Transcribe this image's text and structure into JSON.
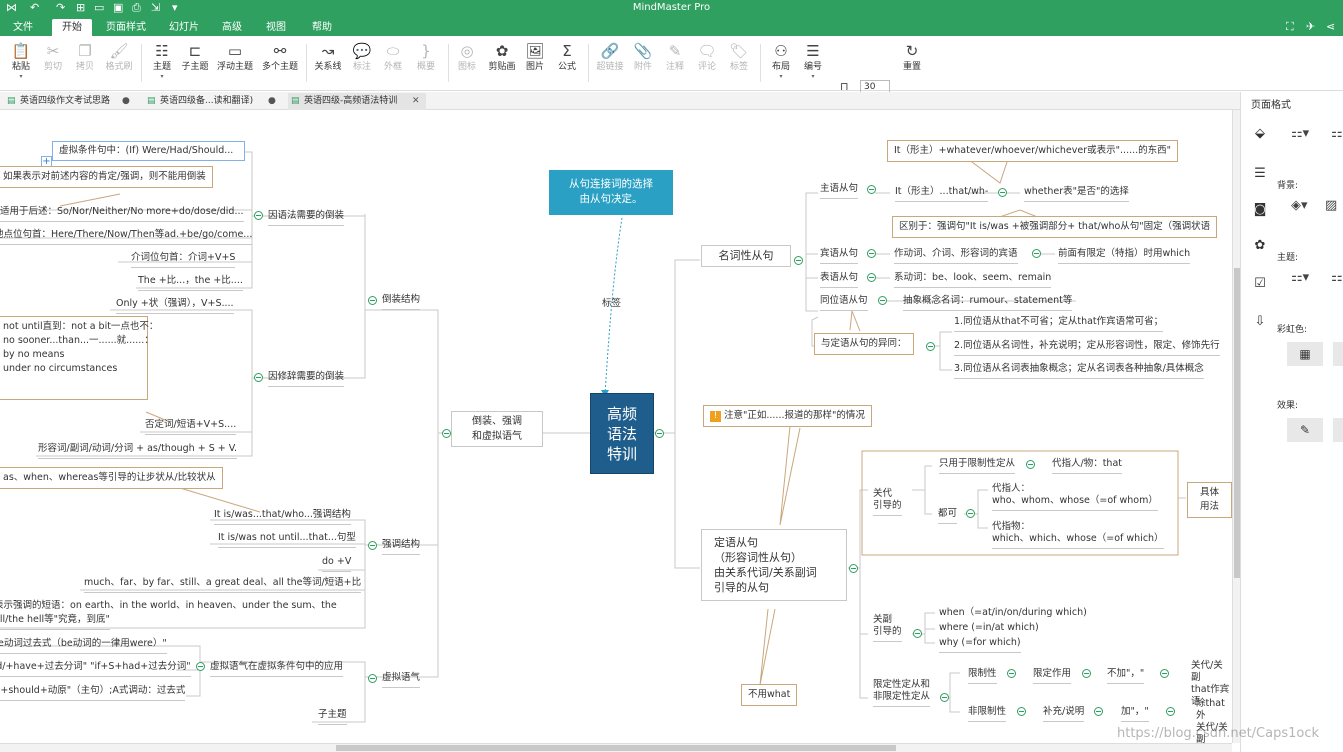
{
  "window": {
    "title": "MindMaster Pro",
    "quick_access": [
      "logo-icon",
      "undo-icon",
      "redo-icon",
      "new-icon",
      "open-icon",
      "save-icon",
      "print-icon",
      "export-icon",
      "more-icon"
    ]
  },
  "menu": {
    "tabs": [
      "文件",
      "开始",
      "页面样式",
      "幻灯片",
      "高级",
      "视图",
      "帮助"
    ],
    "active": "开始"
  },
  "ribbon": {
    "paste": "粘贴",
    "cut": "剪切",
    "copy": "拷贝",
    "format_painter": "格式刷",
    "topic": "主题",
    "subtopic": "子主题",
    "floating_topic": "浮动主题",
    "multi_topic": "多个主题",
    "relationship": "关系线",
    "callout": "标注",
    "boundary": "外框",
    "summary": "概要",
    "icon": "图标",
    "clipart": "剪贴画",
    "image": "图片",
    "formula": "公式",
    "hyperlink": "超链接",
    "attachment": "附件",
    "note": "注释",
    "comment": "评论",
    "tag": "标签",
    "layout": "布局",
    "numbering": "编号",
    "h_spacing": "30",
    "v_spacing": "30",
    "reset": "重置"
  },
  "doc_tabs": [
    {
      "label": "英语四级作文考试思路"
    },
    {
      "label": "英语四级备...读和翻译)"
    },
    {
      "label": "英语四级-高频语法特训"
    }
  ],
  "right_panel": {
    "title": "页面格式",
    "background": "背景:",
    "theme": "主题:",
    "rainbow": "彩虹色:",
    "effect": "效果:"
  },
  "mindmap": {
    "central": "高频\n语法\n特训",
    "callout_note": "从句连接词的选择\n由从句决定。",
    "tag_label": "标签",
    "left": {
      "main1": "倒装、强调\n和虚拟语气",
      "inversion": "倒装结构",
      "grammar_inversion": "因语法需要的倒装",
      "g_items": [
        "虚拟条件句中：(If) Were/Had/Should...",
        "适用于后述：So/Nor/Neither/No more+do/dose/did...",
        "地点位句首：Here/There/Now/Then等ad.+be/go/come...",
        "介词位句首：介词+V+S",
        "The +比...，the +比...."
      ],
      "g_callout": "如果表示对前述内容的肯定/强调，则不能用倒装",
      "rhetoric_inversion": "因修辞需要的倒装",
      "r_items": [
        "Only +状（强调），V+S....",
        "否定词/短语+V+S....",
        "形容词/副词/动词/分词 + as/though + S + V."
      ],
      "r_callout": [
        "not until直到：not a bit一点也不：",
        "no sooner...than...一......就......：",
        "by no means",
        "under no circumstances"
      ],
      "emphasis": "强调结构",
      "e_callout": "as、when、whereas等引导的让步状从/比较状从",
      "e_items": [
        "It is/was...that/who...强调结构",
        "It is/was not until...that...句型",
        "do +V",
        "much、far、by far、still、a great deal、all the等词/短语+比",
        "表示强调的短语：on earth、in the world、in heaven、under the sum、the",
        "hell/the hell等\"究竟，到底\""
      ],
      "subjunctive": "虚拟语气",
      "s_sub": "虚拟语气在虚拟条件句中的应用",
      "s_items": [
        "be动词过去式（be动词的一律用were）\"",
        "S+would/+have+过去分词\"  \"if+S+had+过去分词\"",
        "\"S+should+动原\"（主句）;A式调动：过去式"
      ],
      "s_child": "子主题"
    },
    "right": {
      "noun_clause": "名词性从句",
      "subject_clause": "主语从句",
      "subj_items": [
        "It（形主）...that/wh-",
        "whether表\"是否\"的选择"
      ],
      "subj_callout1": "It（形主）+whatever/whoever/whichever或表示\"......的东西\"",
      "subj_callout2": "区别于：强调句\"It is/was +被强调部分+ that/who从句\"固定（强调状语",
      "object_clause": "宾语从句",
      "obj_items": [
        "作动词、介词、形容词的宾语",
        "前面有限定（特指）时用which"
      ],
      "predicative_clause": "表语从句",
      "pred_item": "系动词：be、look、seem、remain",
      "appositive_clause": "同位语从句",
      "appos_item": "抽象概念名词：rumour、statement等",
      "diff": "与定语从句的异同：",
      "diff_items": [
        "1.同位语从that不可省；定从that作宾语常可省；",
        "2.同位语从名词性，补充说明；定从形容词性，限定、修饰先行",
        "3.同位语从名词表抽象概念；定从名词表各种抽象/具体概念"
      ],
      "attr_note": "注意\"正如......报道的那样\"的情况",
      "attr_clause": "定语从句\n（形容词性从句）\n由关系代词/关系副词\n引导的从句",
      "rel_pron": "关代\n引导的",
      "rp_only": "只用于限制性定从",
      "rp_only_item": "代指人/物：that",
      "rp_both": "都可",
      "rp_person": "代指人：\nwho、whom、whose（=of whom）",
      "rp_thing": "代指物：\nwhich、which、whose（=of which）",
      "rp_specific": "具体\n用法",
      "rel_adv": "关副\n引导的",
      "ra_items": [
        "when（=at/in/on/during which)",
        "where (=in/at which)",
        "why   (=for which)"
      ],
      "restrictive": "限定性定从和\n非限定性定从",
      "restr": "限制性",
      "restr_role": "限定作用",
      "restr_comma": "不加\"，\"",
      "restr_tail": "关代/关副\nthat作宾语",
      "nonrestr": "非限制性",
      "nonrestr_role": "补充/说明",
      "nonrestr_comma": "加\"，\"",
      "nonrestr_tail": "除that外\n关代/关副",
      "no_what": "不用what"
    }
  },
  "watermark": "https://blog.csdn.net/Caps1ock",
  "colors": {
    "brand": "#2fa060",
    "central": "#1f5e8c",
    "note": "#2aa0c4",
    "line": "#c8c8c8"
  }
}
